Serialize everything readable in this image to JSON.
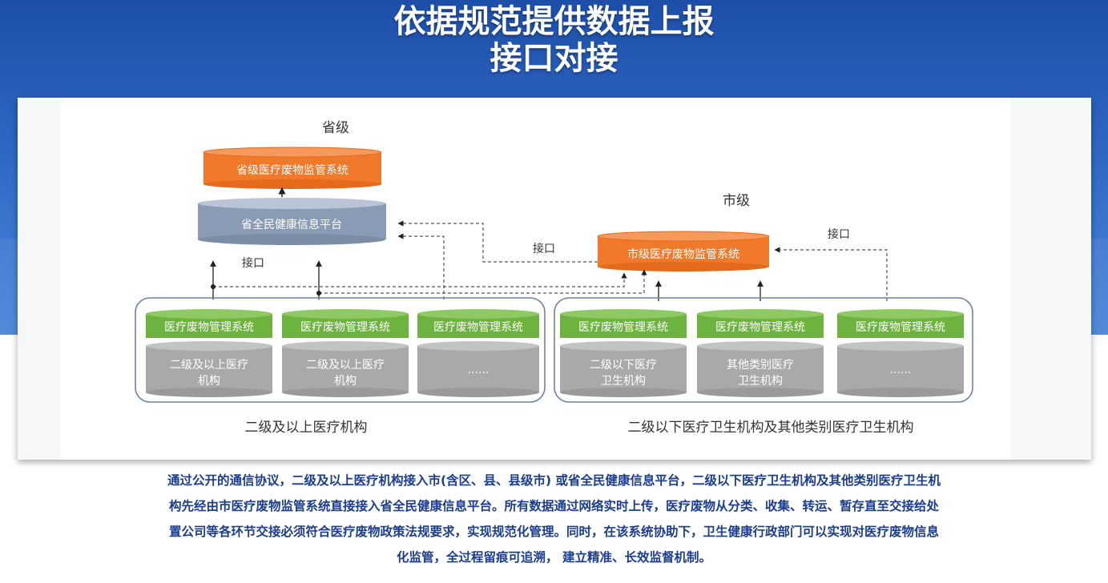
{
  "title": {
    "line1": "依据规范提供数据上报",
    "line2": "接口对接"
  },
  "diagram": {
    "province_label": "省级",
    "province_system": "省级医疗废物监管系统",
    "province_platform": "省全民健康信息平台",
    "city_label": "市级",
    "city_system": "市级医疗废物监管系统",
    "interface_left": "接口",
    "interface_mid": "接口",
    "interface_right": "接口",
    "left_group": {
      "caption": "二级及以上医疗机构",
      "units": [
        {
          "top": "医疗废物管理系统",
          "body1": "二级及以上医疗",
          "body2": "机构"
        },
        {
          "top": "医疗废物管理系统",
          "body1": "二级及以上医疗",
          "body2": "机构"
        },
        {
          "top": "医疗废物管理系统",
          "body1": "······",
          "body2": ""
        }
      ]
    },
    "right_group": {
      "caption": "二级以下医疗卫生机构及其他类别医疗卫生机构",
      "units": [
        {
          "top": "医疗废物管理系统",
          "body1": "二级以下医疗",
          "body2": "卫生机构"
        },
        {
          "top": "医疗废物管理系统",
          "body1": "其他类别医疗",
          "body2": "卫生机构"
        },
        {
          "top": "医疗废物管理系统",
          "body1": "······",
          "body2": ""
        }
      ]
    },
    "colors": {
      "orange": "#f07a2a",
      "slate": "#8a9bb5",
      "green": "#6cb33f",
      "gray": "#a9a9a9",
      "border": "#6f80a8"
    }
  },
  "caption": {
    "line1": "通过公开的通信协议，二级及以上医疗机构接入市(含区、县、县级市) 或省全民健康信息平台，二级以下医疗卫生机构及其他类别医疗卫生机",
    "line2": "构先经由市医疗废物监管系统直接接入省全民健康信息平台。所有数据通过网络实时上传，医疗废物从分类、收集、转运、暂存直至交接给处",
    "line3": "置公司等各环节交接必须符合医疗废物政策法规要求，实现规范化管理。同时，在该系统协助下，卫生健康行政部门可以实现对医疗废物信息",
    "line4": "化监管，全过程留痕可追溯， 建立精准、长效监督机制。"
  }
}
